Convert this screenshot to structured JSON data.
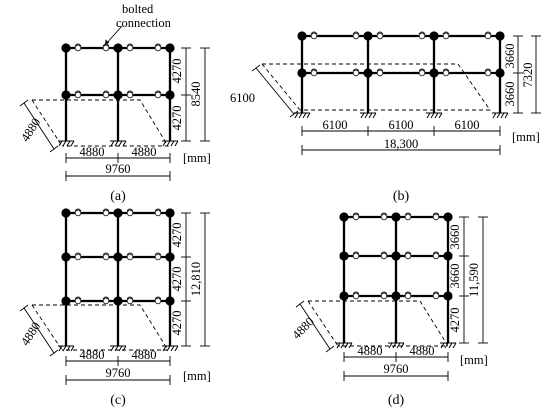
{
  "annotation": {
    "line1": "bolted",
    "line2": "connection"
  },
  "unit": "[mm]",
  "panels": {
    "a": {
      "caption": "(a)",
      "story_heights": [
        "4270",
        "4270"
      ],
      "total_height": "8540",
      "bay_widths": [
        "4880",
        "4880"
      ],
      "total_width": "9760",
      "depth": "4880"
    },
    "b": {
      "caption": "(b)",
      "story_heights": [
        "3660",
        "3660"
      ],
      "total_height": "7320",
      "bay_widths": [
        "6100",
        "6100",
        "6100"
      ],
      "total_width": "18,300",
      "depth": "6100"
    },
    "c": {
      "caption": "(c)",
      "story_heights": [
        "4270",
        "4270",
        "4270"
      ],
      "total_height": "12,810",
      "bay_widths": [
        "4880",
        "4880"
      ],
      "total_width": "9760",
      "depth": "4880"
    },
    "d": {
      "caption": "(d)",
      "story_heights": [
        "3660",
        "3660",
        "4270"
      ],
      "total_height": "11,590",
      "bay_widths": [
        "4880",
        "4880"
      ],
      "total_width": "9760",
      "depth": "4880"
    }
  }
}
